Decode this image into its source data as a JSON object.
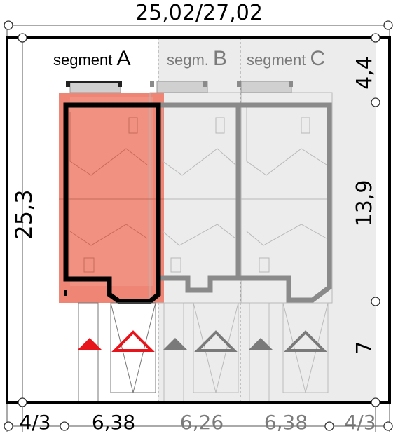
{
  "dimensions": {
    "top_width": "25,02/27,02",
    "left_depth": "25,3",
    "right_top": "4,4",
    "right_middle": "13,9",
    "right_bottom": "7",
    "bottom_left_margin": "4/3",
    "bottom_segment_a": "6,38",
    "bottom_segment_b": "6,26",
    "bottom_segment_c": "6,38",
    "bottom_right_margin": "4/3"
  },
  "segments": [
    {
      "prefix": "segment ",
      "letter": "A",
      "state": "selected"
    },
    {
      "prefix": "segm. ",
      "letter": "B",
      "state": "inactive"
    },
    {
      "prefix": "segment ",
      "letter": "C",
      "state": "inactive"
    }
  ],
  "colors": {
    "selected_fill": "#ef8574",
    "selected_marker": "#e8141c",
    "inactive_fill": "#ececec",
    "inactive_outline": "#8a8a8a",
    "active_outline": "#000000",
    "dimension_text": "#000000",
    "dimension_text_muted": "#7a7a7a"
  },
  "icons": {
    "entrance": "filled-triangle-icon",
    "parking": "outline-triangle-icon"
  }
}
